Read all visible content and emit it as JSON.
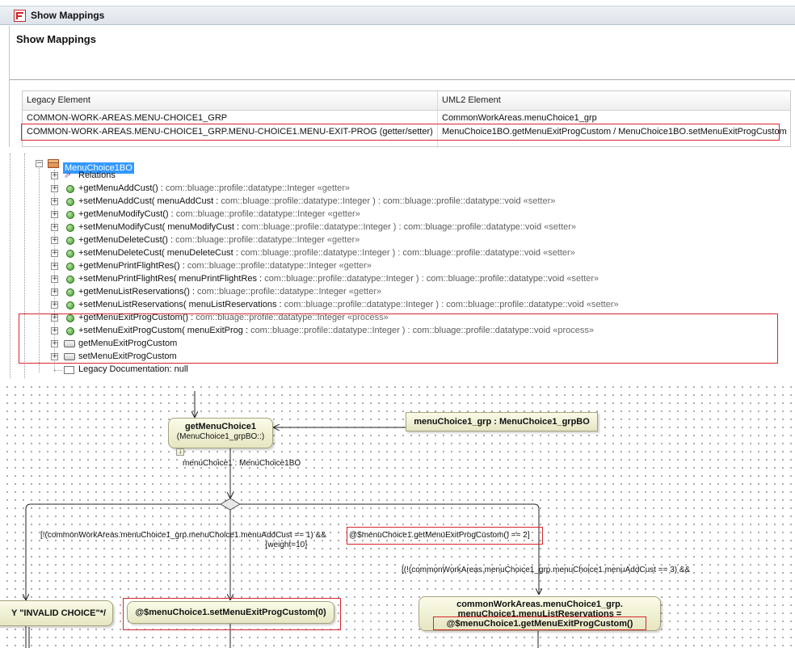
{
  "window": {
    "title": "Show Mappings"
  },
  "dialog": {
    "heading": "Show Mappings"
  },
  "mapping_table": {
    "columns": [
      "Legacy Element",
      "UML2 Element"
    ],
    "rows": [
      {
        "legacy": "COMMON-WORK-AREAS.MENU-CHOICE1_GRP",
        "uml2": "CommonWorkAreas.menuChoice1_grp",
        "highlighted": false
      },
      {
        "legacy": "COMMON-WORK-AREAS.MENU-CHOICE1_GRP.MENU-CHOICE1.MENU-EXIT-PROG (getter/setter)",
        "uml2": "MenuChoice1BO.getMenuExitProgCustom / MenuChoice1BO.setMenuExitProgCustom",
        "highlighted": true
      }
    ]
  },
  "tree": {
    "root": {
      "label": "MenuChoice1BO",
      "icon": "class-icon",
      "selected": true
    },
    "relations_label": "Relations",
    "operations": [
      {
        "name": "+getMenuAddCust() : ",
        "type": "com::bluage::profile::datatype::Integer",
        "stereo": " «getter»"
      },
      {
        "name": "+setMenuAddCust( menuAddCust : ",
        "type": "com::bluage::profile::datatype::Integer ) : com::bluage::profile::datatype::void",
        "stereo": " «setter»"
      },
      {
        "name": "+getMenuModifyCust() : ",
        "type": "com::bluage::profile::datatype::Integer",
        "stereo": " «getter»"
      },
      {
        "name": "+setMenuModifyCust( menuModifyCust : ",
        "type": "com::bluage::profile::datatype::Integer ) : com::bluage::profile::datatype::void",
        "stereo": " «setter»"
      },
      {
        "name": "+getMenuDeleteCust() : ",
        "type": "com::bluage::profile::datatype::Integer",
        "stereo": " «getter»"
      },
      {
        "name": "+setMenuDeleteCust( menuDeleteCust : ",
        "type": "com::bluage::profile::datatype::Integer ) : com::bluage::profile::datatype::void",
        "stereo": " «setter»"
      },
      {
        "name": "+getMenuPrintFlightRes() : ",
        "type": "com::bluage::profile::datatype::Integer",
        "stereo": " «getter»"
      },
      {
        "name": "+setMenuPrintFlightRes( menuPrintFlightRes : ",
        "type": "com::bluage::profile::datatype::Integer ) : com::bluage::profile::datatype::void",
        "stereo": " «setter»"
      },
      {
        "name": "+getMenuListReservations() : ",
        "type": "com::bluage::profile::datatype::Integer",
        "stereo": " «getter»"
      },
      {
        "name": "+setMenuListReservations( menuListReservations : ",
        "type": "com::bluage::profile::datatype::Integer ) : com::bluage::profile::datatype::void",
        "stereo": " «setter»"
      },
      {
        "name": "+getMenuExitProgCustom() : ",
        "type": "com::bluage::profile::datatype::Integer",
        "stereo": " «process»"
      },
      {
        "name": "+setMenuExitProgCustom( menuExitProg : ",
        "type": "com::bluage::profile::datatype::Integer ) : com::bluage::profile::datatype::void",
        "stereo": " «process»"
      }
    ],
    "properties": [
      "getMenuExitProgCustom",
      "setMenuExitProgCustom"
    ],
    "legacy_doc": "Legacy Documentation: null"
  },
  "diagram": {
    "action_get_menu_choice": {
      "title": "getMenuChoice1",
      "subtitle": "(MenuChoice1_grpBO::)"
    },
    "object_node": "menuChoice1_grp : MenuChoice1_grpBO",
    "pin_label": "menuChoice1 : MenuChoice1BO",
    "guard_1_prefix": "[!(commonWorkAreas.menuChoice1_grp.menuChoice1.menuAddCust == 1) &&",
    "guard_1_highlight": "@$menuChoice1.getMenuExitProgCustom() == 2]",
    "guard_1_weight": "{weight=10}",
    "guard_2": "[(!(commonWorkAreas.menuChoice1_grp.menuChoice1.menuAddCust == 3) &&",
    "invalid_choice": "Y \"INVALID CHOICE\"*/",
    "set_action": "@$menuChoice1.setMenuExitProgCustom(0)",
    "assign_action": {
      "line1": "commonWorkAreas.menuChoice1_grp.",
      "line2": "menuChoice1.menuListReservations =",
      "line3": "@$menuChoice1.getMenuExitProgCustom()"
    }
  },
  "colors": {
    "highlight_border": "#d8262c",
    "selection": "#3399ff",
    "action_fill": "#f4f4d6"
  }
}
